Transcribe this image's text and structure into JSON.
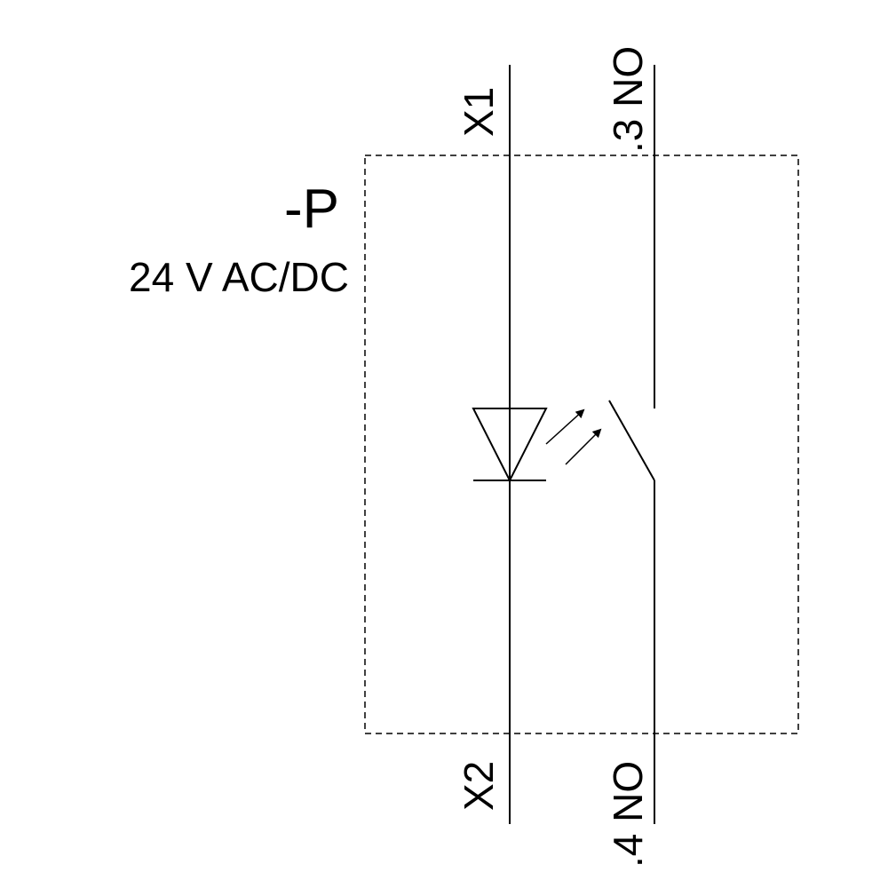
{
  "device": {
    "designation": "-P",
    "rating": "24 V AC/DC"
  },
  "terminals": {
    "lamp_top": "X1",
    "lamp_bottom": "X2",
    "contact_top": ".3 NO",
    "contact_bottom": ".4 NO"
  },
  "symbols": {
    "lamp": "led-icon",
    "light_arrows": "light-emission-arrows-icon",
    "contact": "normally-open-contact-icon"
  }
}
